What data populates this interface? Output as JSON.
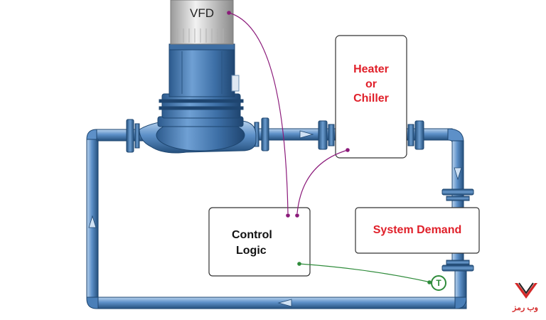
{
  "vfd": {
    "label": "VFD"
  },
  "heater": {
    "line1": "Heater",
    "line2": "or",
    "line3": "Chiller"
  },
  "control": {
    "line1": "Control",
    "line2": "Logic"
  },
  "demand": {
    "label": "System Demand"
  },
  "sensor": {
    "label": "T"
  },
  "logo": {
    "text": "وب رمز"
  },
  "colors": {
    "pipe": "#4a7fb8",
    "pipe_dark": "#2c5a8c",
    "label_red": "#e0202a",
    "signal_purple": "#8b1a7a",
    "signal_green": "#2e8b3a"
  }
}
